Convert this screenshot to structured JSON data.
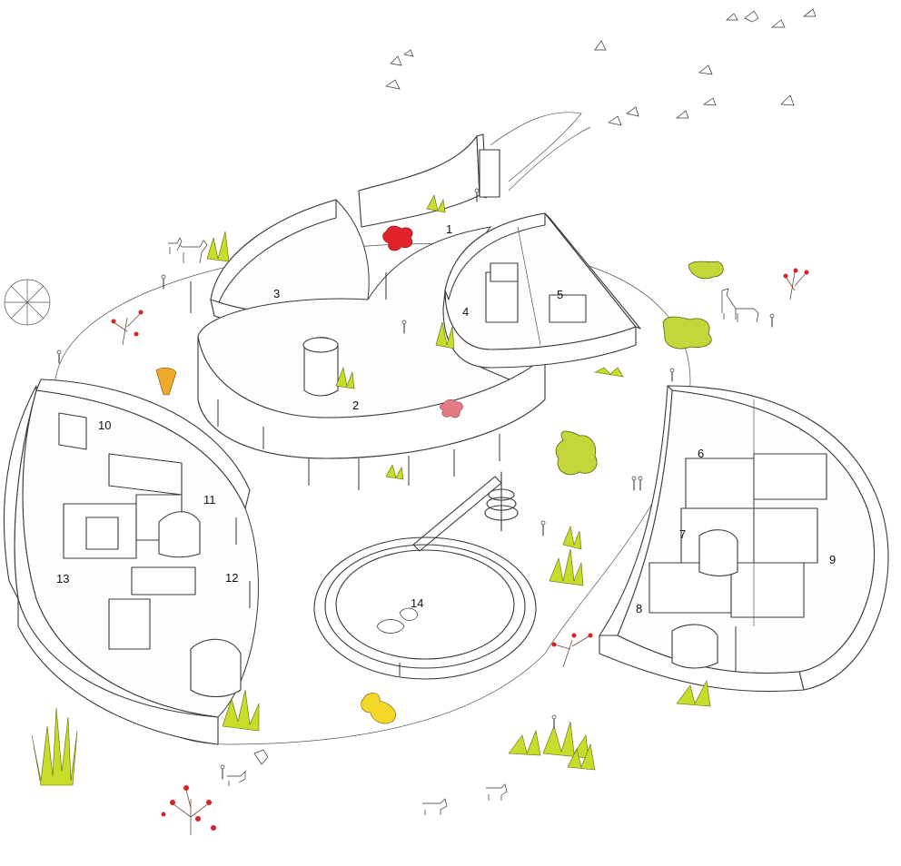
{
  "labels": [
    "1",
    "2",
    "3",
    "4",
    "5",
    "6",
    "7",
    "8",
    "9",
    "10",
    "11",
    "12",
    "13",
    "14"
  ],
  "colors": {
    "line": "#3a3a3a",
    "grass": "#c8dc2a",
    "flower_red": "#e0242a",
    "flower_pink": "#e47a86",
    "orange_sculpture": "#f0a92a",
    "yellow_sculpture": "#f5d72a",
    "berry_red": "#d9202a"
  },
  "icons": [
    "bird-icon",
    "horse-icon",
    "giraffe-icon",
    "cow-icon",
    "ferris-wheel-icon",
    "spiral-staircase-icon",
    "person-icon",
    "grass-tuft-icon",
    "berry-bush-icon"
  ]
}
